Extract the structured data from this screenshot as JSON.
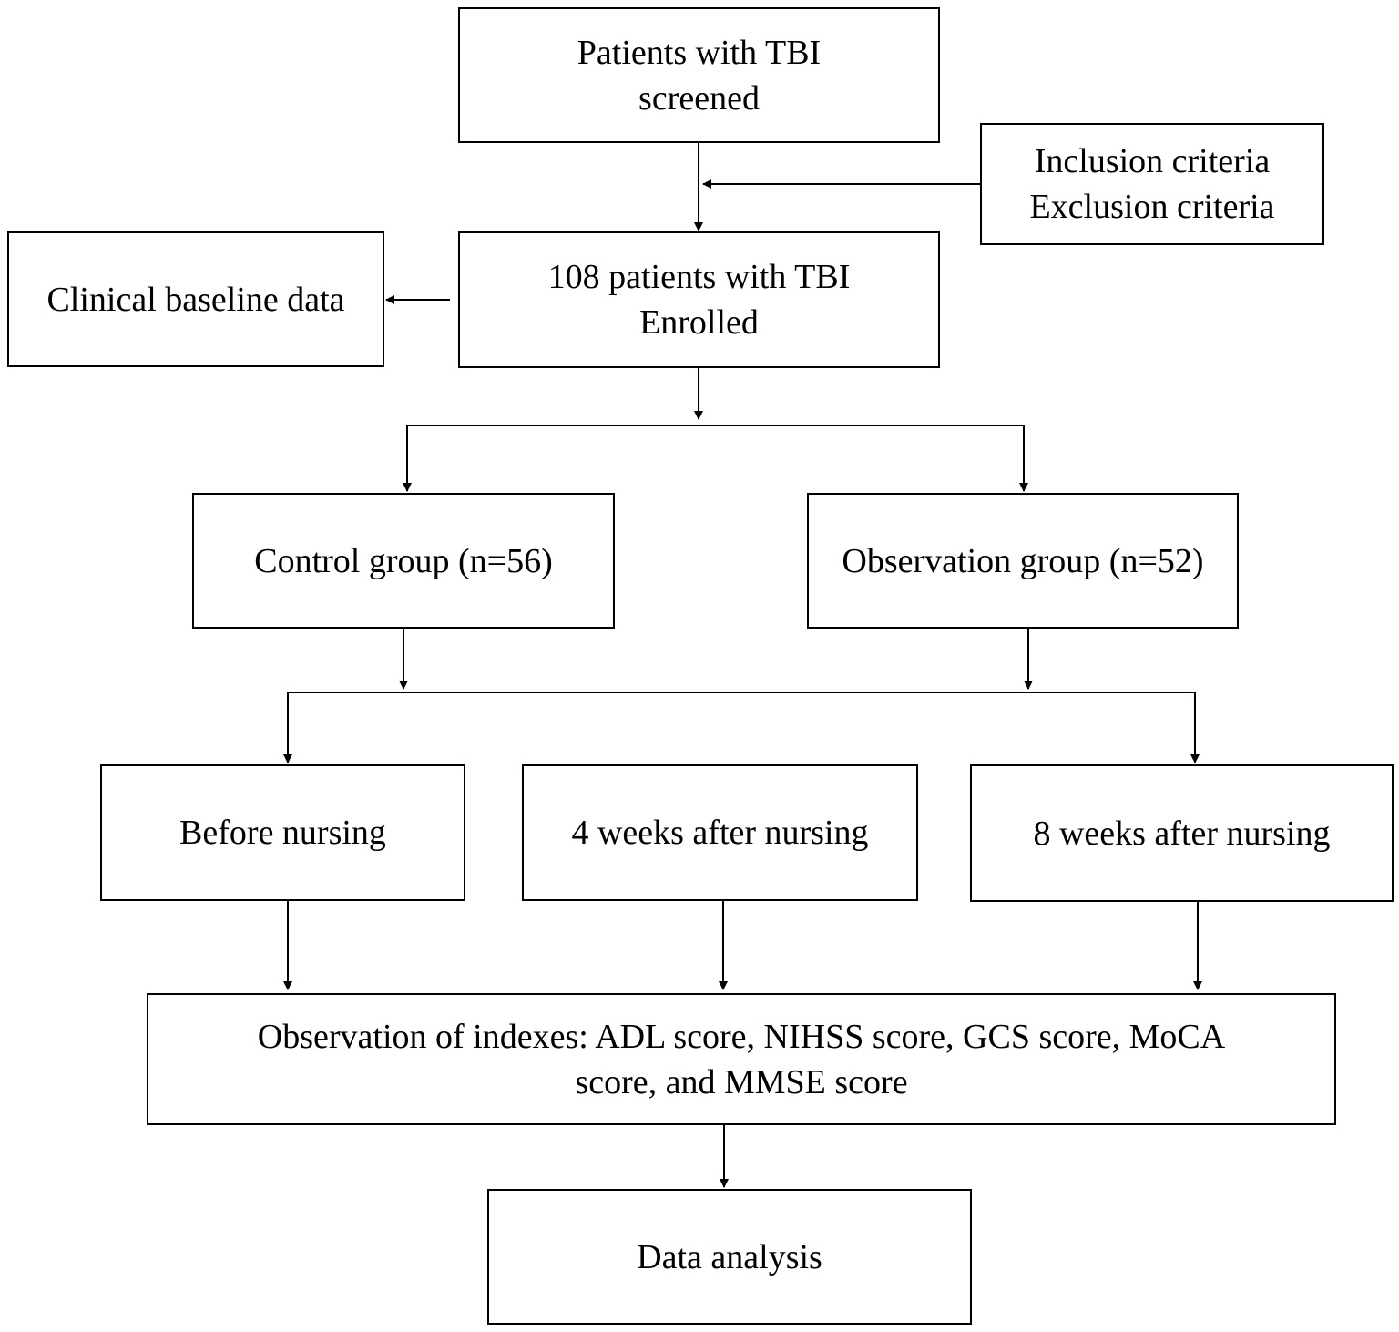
{
  "boxes": {
    "screened": {
      "lines": [
        "Patients with TBI",
        "screened"
      ]
    },
    "criteria": {
      "lines": [
        "Inclusion criteria",
        "Exclusion criteria"
      ]
    },
    "baseline": {
      "lines": [
        "Clinical baseline data"
      ]
    },
    "enrolled": {
      "lines": [
        "108 patients with TBI",
        "Enrolled"
      ]
    },
    "control": {
      "lines": [
        "Control group (n=56)"
      ]
    },
    "observation": {
      "lines": [
        "Observation group (n=52)"
      ]
    },
    "before": {
      "lines": [
        "Before nursing"
      ]
    },
    "week4": {
      "lines": [
        "4 weeks after nursing"
      ]
    },
    "week8": {
      "lines": [
        "8 weeks after nursing"
      ]
    },
    "indexes": {
      "lines": [
        "Observation of indexes: ADL score, NIHSS score, GCS score, MoCA",
        "score, and MMSE score"
      ]
    },
    "analysis": {
      "lines": [
        "Data analysis"
      ]
    }
  },
  "colors": {
    "line": "#000000",
    "box_border": "#000000",
    "background": "#ffffff"
  }
}
